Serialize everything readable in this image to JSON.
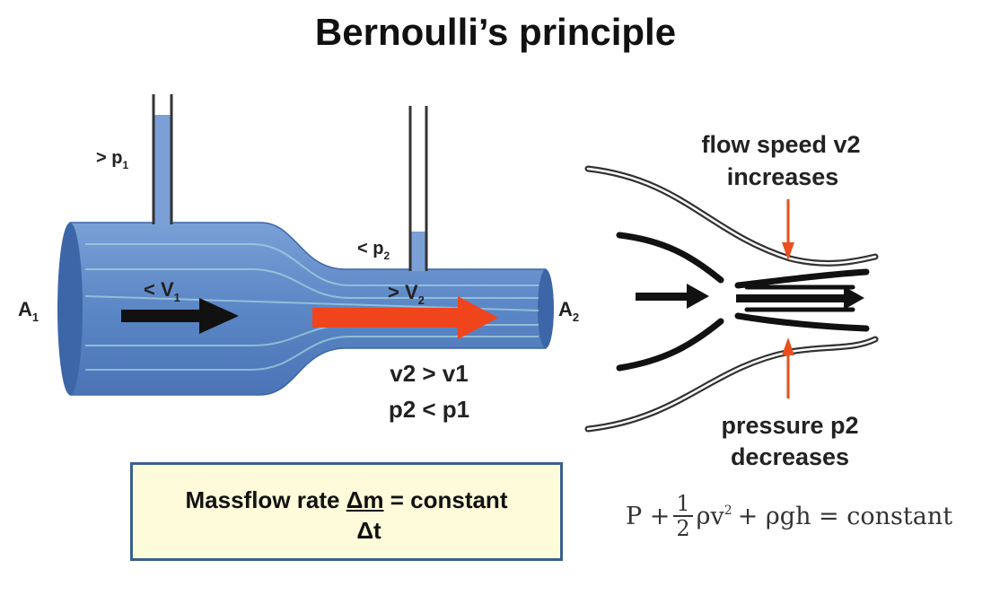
{
  "title": "Bernoulli’s principle",
  "pipe": {
    "left_area": {
      "main": "A",
      "sub": "1"
    },
    "right_area": {
      "main": "A",
      "sub": "2"
    },
    "pressure1": {
      "main": "> p",
      "sub": "1"
    },
    "pressure2": {
      "main": "< p",
      "sub": "2"
    },
    "velocity1": {
      "main": "< V",
      "sub": "1"
    },
    "velocity2": {
      "main": "> V",
      "sub": "2"
    },
    "relation1": "v2 > v1",
    "relation2": "p2 < p1"
  },
  "streamline_panel": {
    "top_label_line1": "flow speed v2",
    "top_label_line2": "increases",
    "bottom_label_line1": "pressure p2",
    "bottom_label_line2": "decreases"
  },
  "massflow_box": {
    "prefix": "Massflow rate ",
    "numerator": "Δm",
    "suffix": " = constant",
    "denominator": "Δt"
  },
  "equation": {
    "p": "P +",
    "frac_num": "1",
    "frac_den": "2",
    "rho_v": "ρv",
    "exp": "2",
    "rest": "+ ρgh = constant"
  },
  "colors": {
    "water": "#5b87c6",
    "water_dark": "#3d66a8",
    "arrow_red": "#f0441c",
    "label_arrow": "#e8501f",
    "box_bg": "#fdfbd9",
    "box_border": "#3a5f8f"
  }
}
